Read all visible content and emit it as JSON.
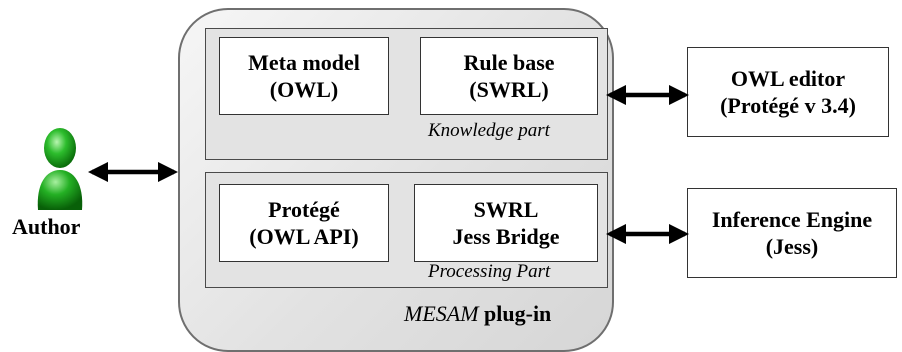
{
  "plugin": {
    "name_italic": "MESAM",
    "name_rest": " plug-in"
  },
  "knowledge_part": {
    "caption": "Knowledge part",
    "meta_model": {
      "line1": "Meta model",
      "line2": "(OWL)"
    },
    "rule_base": {
      "line1": "Rule base",
      "line2": "(SWRL)"
    }
  },
  "processing_part": {
    "caption": "Processing Part",
    "protege": {
      "line1": "Protégé",
      "line2": "(OWL API)"
    },
    "swrl_bridge": {
      "line1": "SWRL",
      "line2": "Jess Bridge"
    }
  },
  "external": {
    "owl_editor": {
      "line1": "OWL editor",
      "line2": "(Protégé v 3.4)"
    },
    "inference_engine": {
      "line1": "Inference Engine",
      "line2": "(Jess)"
    }
  },
  "author": {
    "label": "Author"
  },
  "colors": {
    "author_icon": "#1aa01a",
    "section_fill": "#e3e3e3",
    "plugin_fill": "#e6e6e6"
  }
}
